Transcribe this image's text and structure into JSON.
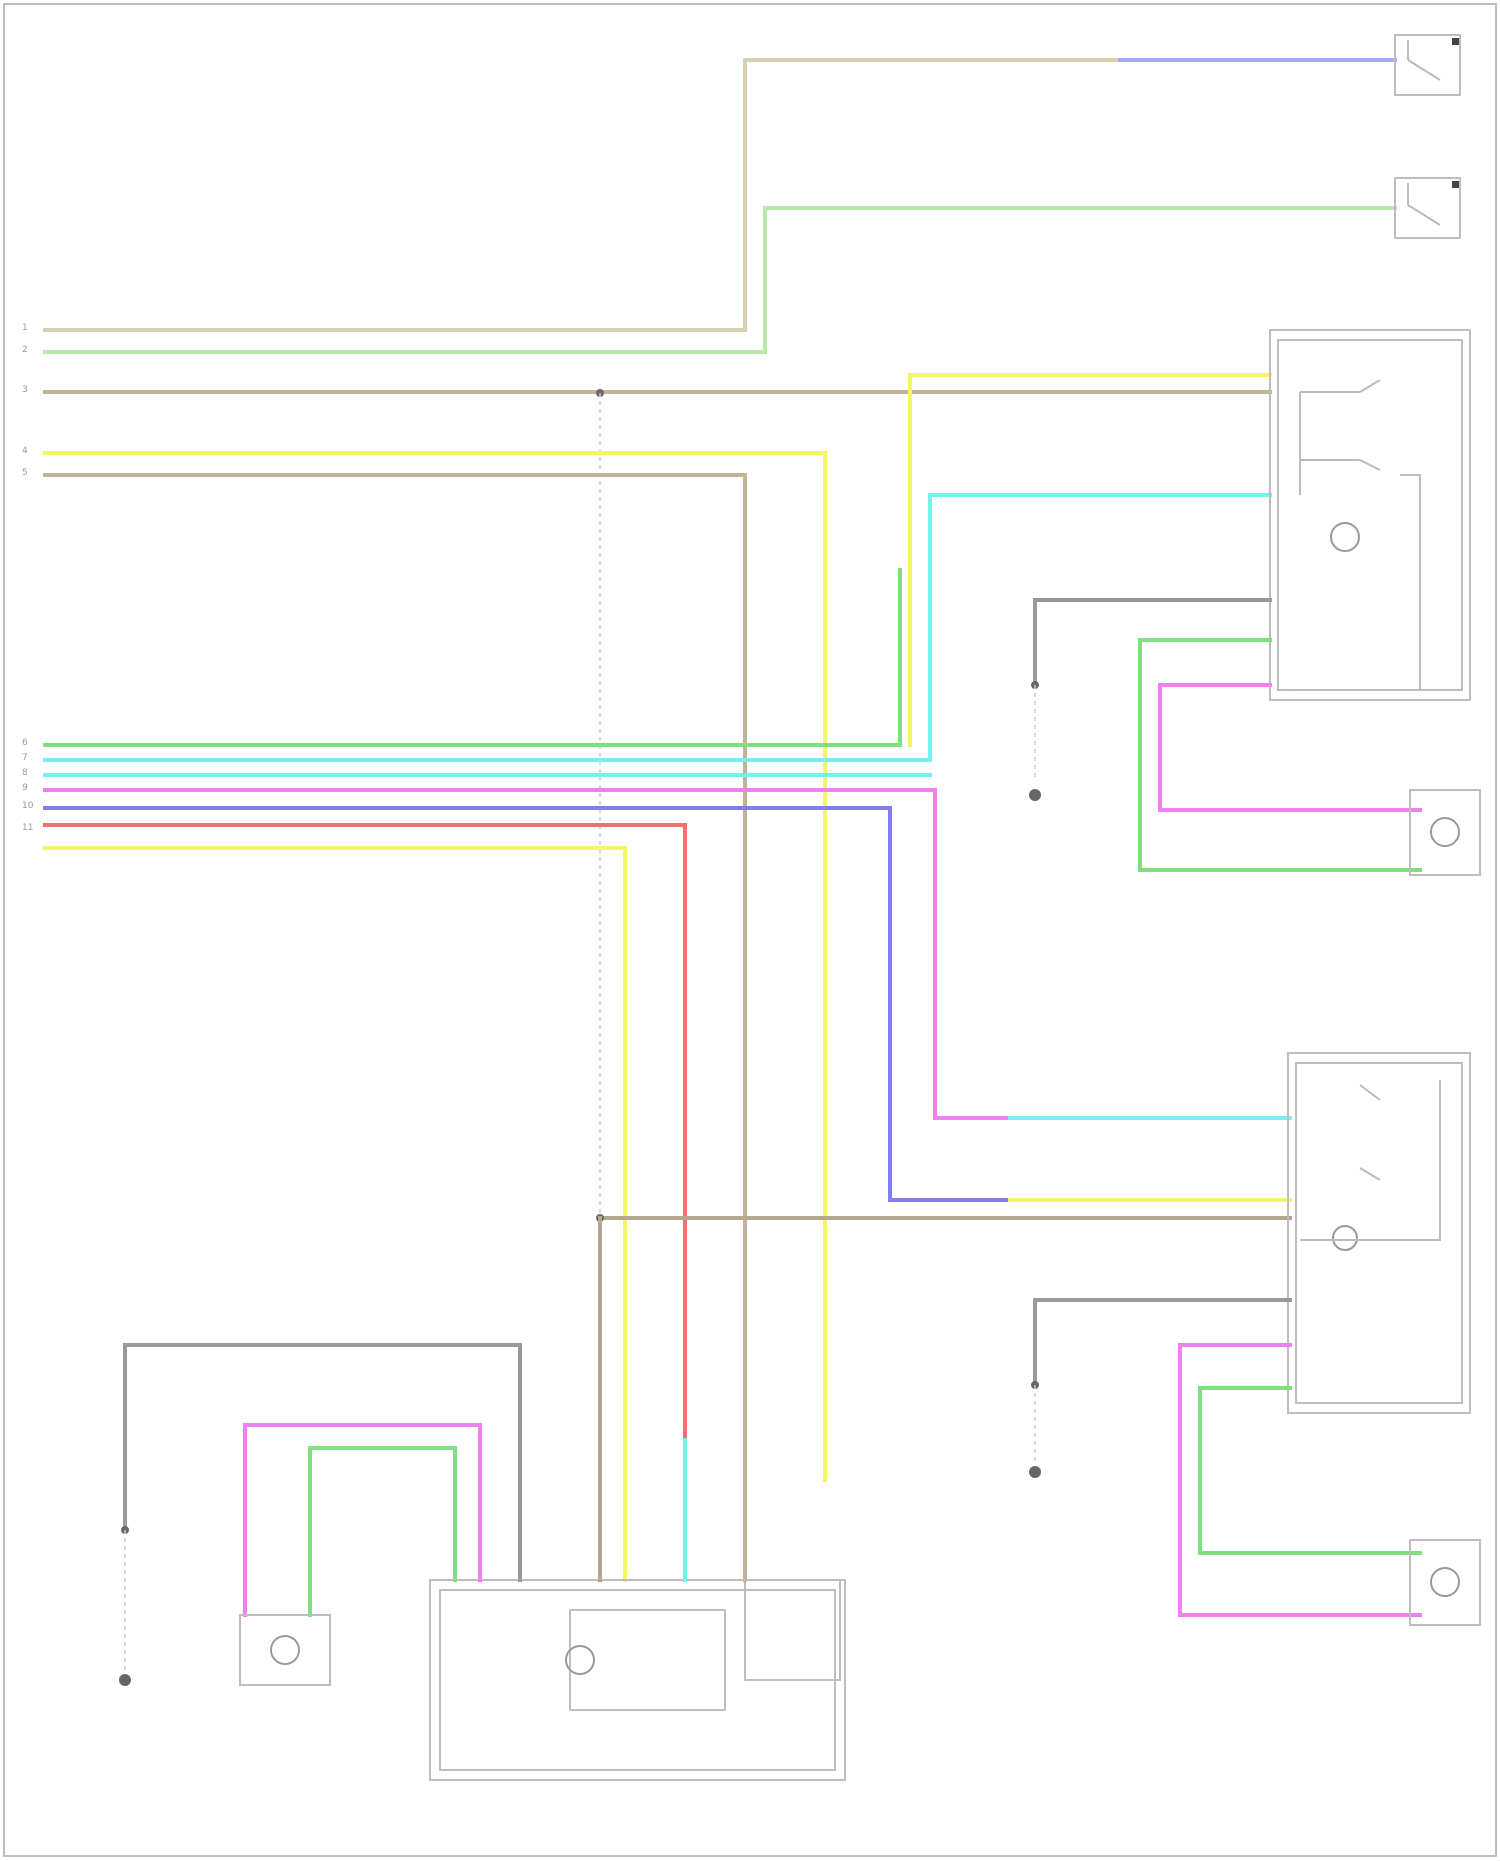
{
  "title": "",
  "footer": "",
  "colors": {
    "tan": "#c9c1a0",
    "green": "#7ee07e",
    "yellow": "#f5f56a",
    "grey": "#9a9a9a",
    "cyan": "#78f0f0",
    "magenta": "#f07ff0",
    "blue": "#7f7ff0",
    "red": "#f07070",
    "brown": "#b5a890"
  },
  "components": [
    {
      "id": "left-rear-door-switch",
      "caption": ""
    },
    {
      "id": "right-rear-door-switch",
      "caption": ""
    },
    {
      "id": "left-rear-window-switch",
      "caption": ""
    },
    {
      "id": "left-rear-window-motor",
      "caption": ""
    },
    {
      "id": "right-rear-window-switch",
      "caption": ""
    },
    {
      "id": "right-rear-window-motor",
      "caption": ""
    },
    {
      "id": "front-window-master-switch",
      "caption": ""
    },
    {
      "id": "right-front-window-motor",
      "caption": ""
    },
    {
      "id": "ground-left",
      "caption": ""
    },
    {
      "id": "ground-right",
      "caption": ""
    },
    {
      "id": "ground-front",
      "caption": ""
    }
  ],
  "connector_pins": [
    "1",
    "2",
    "3",
    "4",
    "5",
    "6",
    "7",
    "8",
    "9",
    "10",
    "11"
  ]
}
